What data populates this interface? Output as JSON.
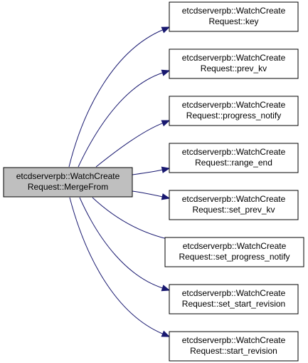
{
  "graph": {
    "source": {
      "id": "merge_from",
      "line1": "etcdserverpb::WatchCreate",
      "line2": "Request::MergeFrom"
    },
    "targets": [
      {
        "id": "key",
        "line1": "etcdserverpb::WatchCreate",
        "line2": "Request::key"
      },
      {
        "id": "prev_kv",
        "line1": "etcdserverpb::WatchCreate",
        "line2": "Request::prev_kv"
      },
      {
        "id": "progress_notify",
        "line1": "etcdserverpb::WatchCreate",
        "line2": "Request::progress_notify"
      },
      {
        "id": "range_end",
        "line1": "etcdserverpb::WatchCreate",
        "line2": "Request::range_end"
      },
      {
        "id": "set_prev_kv",
        "line1": "etcdserverpb::WatchCreate",
        "line2": "Request::set_prev_kv"
      },
      {
        "id": "set_progress_notify",
        "line1": "etcdserverpb::WatchCreate",
        "line2": "Request::set_progress_notify"
      },
      {
        "id": "set_start_revision",
        "line1": "etcdserverpb::WatchCreate",
        "line2": "Request::set_start_revision"
      },
      {
        "id": "start_revision",
        "line1": "etcdserverpb::WatchCreate",
        "line2": "Request::start_revision"
      }
    ],
    "edges": [
      {
        "from": "merge_from",
        "to": "key"
      },
      {
        "from": "merge_from",
        "to": "prev_kv"
      },
      {
        "from": "merge_from",
        "to": "progress_notify"
      },
      {
        "from": "merge_from",
        "to": "range_end"
      },
      {
        "from": "merge_from",
        "to": "set_prev_kv"
      },
      {
        "from": "merge_from",
        "to": "set_progress_notify"
      },
      {
        "from": "merge_from",
        "to": "set_start_revision"
      },
      {
        "from": "merge_from",
        "to": "start_revision"
      }
    ],
    "colors": {
      "edge": "#191970",
      "source_fill": "#bfbfbf",
      "target_fill": "#ffffff",
      "border": "#000000"
    }
  }
}
